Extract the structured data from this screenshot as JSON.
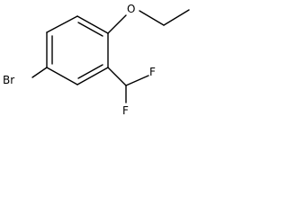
{
  "molecule": {
    "atoms": {
      "bromine": "Br",
      "oxygen": "O",
      "fluorine_upper": "F",
      "fluorine_lower": "F"
    },
    "colors": {
      "bond": "#000000",
      "label": "#000000",
      "background": "#ffffff"
    }
  }
}
